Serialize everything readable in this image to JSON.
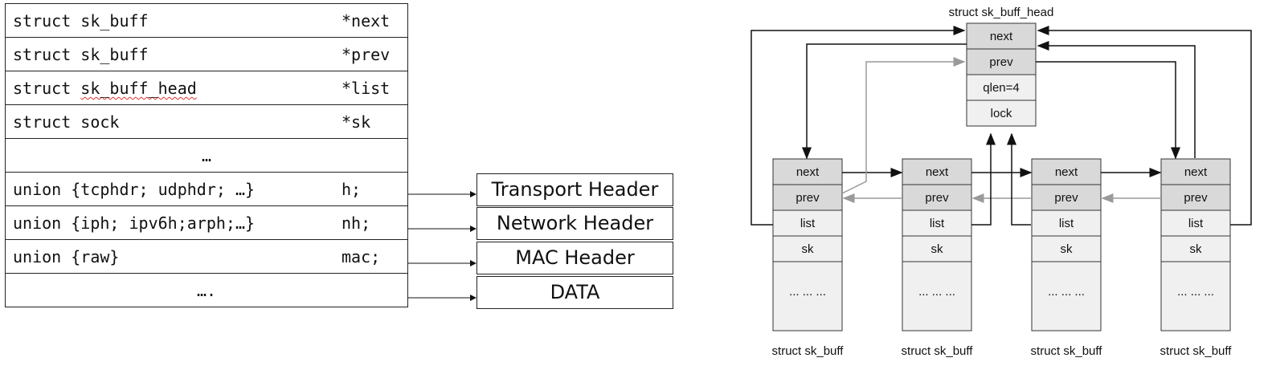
{
  "left_table": {
    "rows": [
      {
        "decl": "struct sk_buff",
        "name": "*next"
      },
      {
        "decl": "struct sk_buff",
        "name": "*prev"
      },
      {
        "decl_prefix": "struct ",
        "decl_type": "sk_buff_head",
        "name": "*list"
      },
      {
        "decl": "struct sock",
        "name": "*sk"
      },
      {
        "center": "…"
      },
      {
        "decl": "union {tcphdr; udphdr; …}",
        "name": "h;"
      },
      {
        "decl": "union {iph; ipv6h;arph;…}",
        "name": "nh;"
      },
      {
        "decl": "union {raw}",
        "name": "mac;"
      },
      {
        "center": "…."
      }
    ]
  },
  "header_boxes": [
    "Transport Header",
    "Network Header",
    "MAC Header",
    "DATA"
  ],
  "figure": {
    "head_title": "struct sk_buff_head",
    "head_fields": [
      "next",
      "prev",
      "qlen=4",
      "lock"
    ],
    "node_fields": [
      "next",
      "prev",
      "list",
      "sk",
      "... ... ..."
    ],
    "node_label": "struct sk_buff",
    "node_count": 4,
    "colors": {
      "shaded": "#d9d9d9",
      "plain": "#f0f0f0",
      "arrow_dark": "#111111",
      "arrow_light": "#9a9a9a"
    }
  }
}
